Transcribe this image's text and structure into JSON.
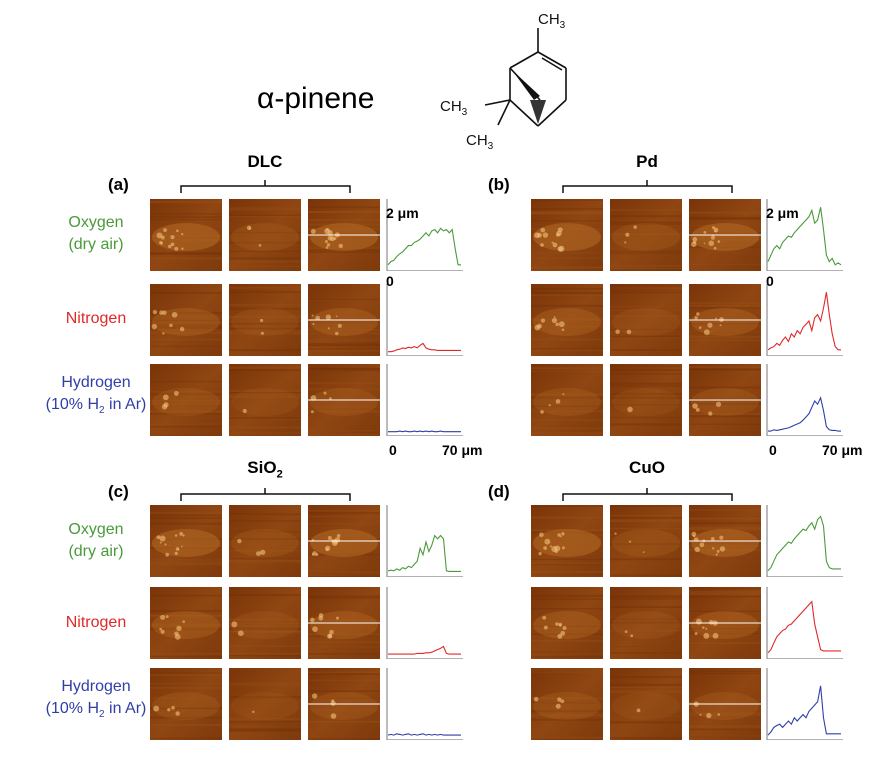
{
  "title": "α-pinene",
  "molecule": {
    "name": "alpha-pinene-structure",
    "labels": {
      "top_methyl_text": "CH",
      "top_methyl_sub": "3",
      "left_methyl_text": "CH",
      "left_methyl_sub": "3",
      "bottom_methyl_text": "CH",
      "bottom_methyl_sub": "3"
    }
  },
  "gases": {
    "oxygen_line1": "Oxygen",
    "oxygen_line2": "(dry air)",
    "nitrogen": "Nitrogen",
    "hydrogen_line1": "Hydrogen",
    "hydrogen_line2_pre": "(10% H",
    "hydrogen_line2_sub": "2",
    "hydrogen_line2_post": " in Ar)"
  },
  "colors": {
    "oxygen": "#4a9a3a",
    "nitrogen": "#e02828",
    "hydrogen": "#2f3ea8",
    "afm_base": "#8a3e10"
  },
  "panels": [
    {
      "letter": "(a)",
      "material": "DLC",
      "material_sub": "",
      "height_scale_top": "2 μm",
      "height_scale_bottom": "0",
      "x_axis_left": "0",
      "x_axis_right": "70 μm"
    },
    {
      "letter": "(b)",
      "material": "Pd",
      "material_sub": "",
      "height_scale_top": "2 μm",
      "height_scale_bottom": "0",
      "x_axis_left": "0",
      "x_axis_right": "70 μm"
    },
    {
      "letter": "(c)",
      "material": "SiO",
      "material_sub": "2"
    },
    {
      "letter": "(d)",
      "material": "CuO",
      "material_sub": ""
    }
  ],
  "profiles": {
    "a": {
      "oxygen": [
        0.05,
        0.1,
        0.12,
        0.18,
        0.22,
        0.25,
        0.3,
        0.35,
        0.35,
        0.4,
        0.42,
        0.45,
        0.5,
        0.55,
        0.5,
        0.58,
        0.6,
        0.55,
        0.62,
        0.58,
        0.6,
        0.55,
        0.6,
        0.3,
        0.05,
        0.05
      ],
      "nitrogen": [
        0.02,
        0.02,
        0.03,
        0.05,
        0.06,
        0.08,
        0.07,
        0.09,
        0.08,
        0.1,
        0.08,
        0.12,
        0.15,
        0.08,
        0.06,
        0.05,
        0.05,
        0.04,
        0.04,
        0.04,
        0.04,
        0.04,
        0.04,
        0.04,
        0.04,
        0.04
      ],
      "hydrogen": [
        0.02,
        0.02,
        0.02,
        0.02,
        0.03,
        0.02,
        0.03,
        0.02,
        0.02,
        0.03,
        0.02,
        0.03,
        0.02,
        0.03,
        0.02,
        0.03,
        0.02,
        0.02,
        0.03,
        0.02,
        0.02,
        0.02,
        0.02,
        0.02,
        0.02,
        0.02
      ]
    },
    "b": {
      "oxygen": [
        0.1,
        0.2,
        0.3,
        0.35,
        0.3,
        0.4,
        0.45,
        0.5,
        0.48,
        0.55,
        0.6,
        0.65,
        0.7,
        0.75,
        0.8,
        0.9,
        0.7,
        0.75,
        0.95,
        0.6,
        0.2,
        0.1,
        0.15,
        0.05,
        0.08,
        0.05
      ],
      "nitrogen": [
        0.05,
        0.08,
        0.1,
        0.15,
        0.12,
        0.2,
        0.25,
        0.18,
        0.3,
        0.25,
        0.35,
        0.3,
        0.4,
        0.45,
        0.5,
        0.35,
        0.55,
        0.6,
        0.5,
        0.7,
        0.95,
        0.6,
        0.3,
        0.1,
        0.05,
        0.05
      ],
      "hydrogen": [
        0.03,
        0.03,
        0.05,
        0.04,
        0.05,
        0.06,
        0.07,
        0.08,
        0.1,
        0.12,
        0.14,
        0.16,
        0.2,
        0.25,
        0.3,
        0.4,
        0.5,
        0.45,
        0.55,
        0.35,
        0.1,
        0.05,
        0.04,
        0.04,
        0.03,
        0.03
      ]
    },
    "c": {
      "oxygen": [
        0.05,
        0.06,
        0.05,
        0.08,
        0.06,
        0.1,
        0.08,
        0.12,
        0.1,
        0.15,
        0.2,
        0.4,
        0.3,
        0.5,
        0.35,
        0.45,
        0.6,
        0.55,
        0.6,
        0.55,
        0.05,
        0.04,
        0.04,
        0.04,
        0.04,
        0.04
      ],
      "nitrogen": [
        0.03,
        0.03,
        0.03,
        0.03,
        0.03,
        0.03,
        0.03,
        0.03,
        0.03,
        0.03,
        0.04,
        0.04,
        0.04,
        0.05,
        0.05,
        0.06,
        0.08,
        0.1,
        0.12,
        0.15,
        0.04,
        0.03,
        0.03,
        0.03,
        0.03,
        0.03
      ],
      "hydrogen": [
        0.03,
        0.04,
        0.03,
        0.05,
        0.04,
        0.03,
        0.04,
        0.05,
        0.03,
        0.04,
        0.03,
        0.04,
        0.05,
        0.03,
        0.04,
        0.03,
        0.04,
        0.03,
        0.04,
        0.03,
        0.03,
        0.03,
        0.03,
        0.03,
        0.03,
        0.03
      ]
    },
    "d": {
      "oxygen": [
        0.05,
        0.1,
        0.2,
        0.3,
        0.35,
        0.4,
        0.45,
        0.5,
        0.48,
        0.55,
        0.6,
        0.65,
        0.7,
        0.68,
        0.75,
        0.8,
        0.7,
        0.85,
        0.9,
        0.75,
        0.2,
        0.1,
        0.08,
        0.08,
        0.08,
        0.08
      ],
      "nitrogen": [
        0.05,
        0.1,
        0.2,
        0.3,
        0.35,
        0.4,
        0.42,
        0.48,
        0.5,
        0.55,
        0.6,
        0.65,
        0.7,
        0.75,
        0.8,
        0.85,
        0.5,
        0.3,
        0.1,
        0.08,
        0.08,
        0.08,
        0.08,
        0.08,
        0.08,
        0.08
      ],
      "hydrogen": [
        0.03,
        0.08,
        0.15,
        0.18,
        0.2,
        0.15,
        0.2,
        0.25,
        0.2,
        0.3,
        0.25,
        0.3,
        0.35,
        0.3,
        0.4,
        0.45,
        0.5,
        0.55,
        0.8,
        0.3,
        0.05,
        0.05,
        0.05,
        0.05,
        0.05,
        0.05
      ]
    }
  }
}
